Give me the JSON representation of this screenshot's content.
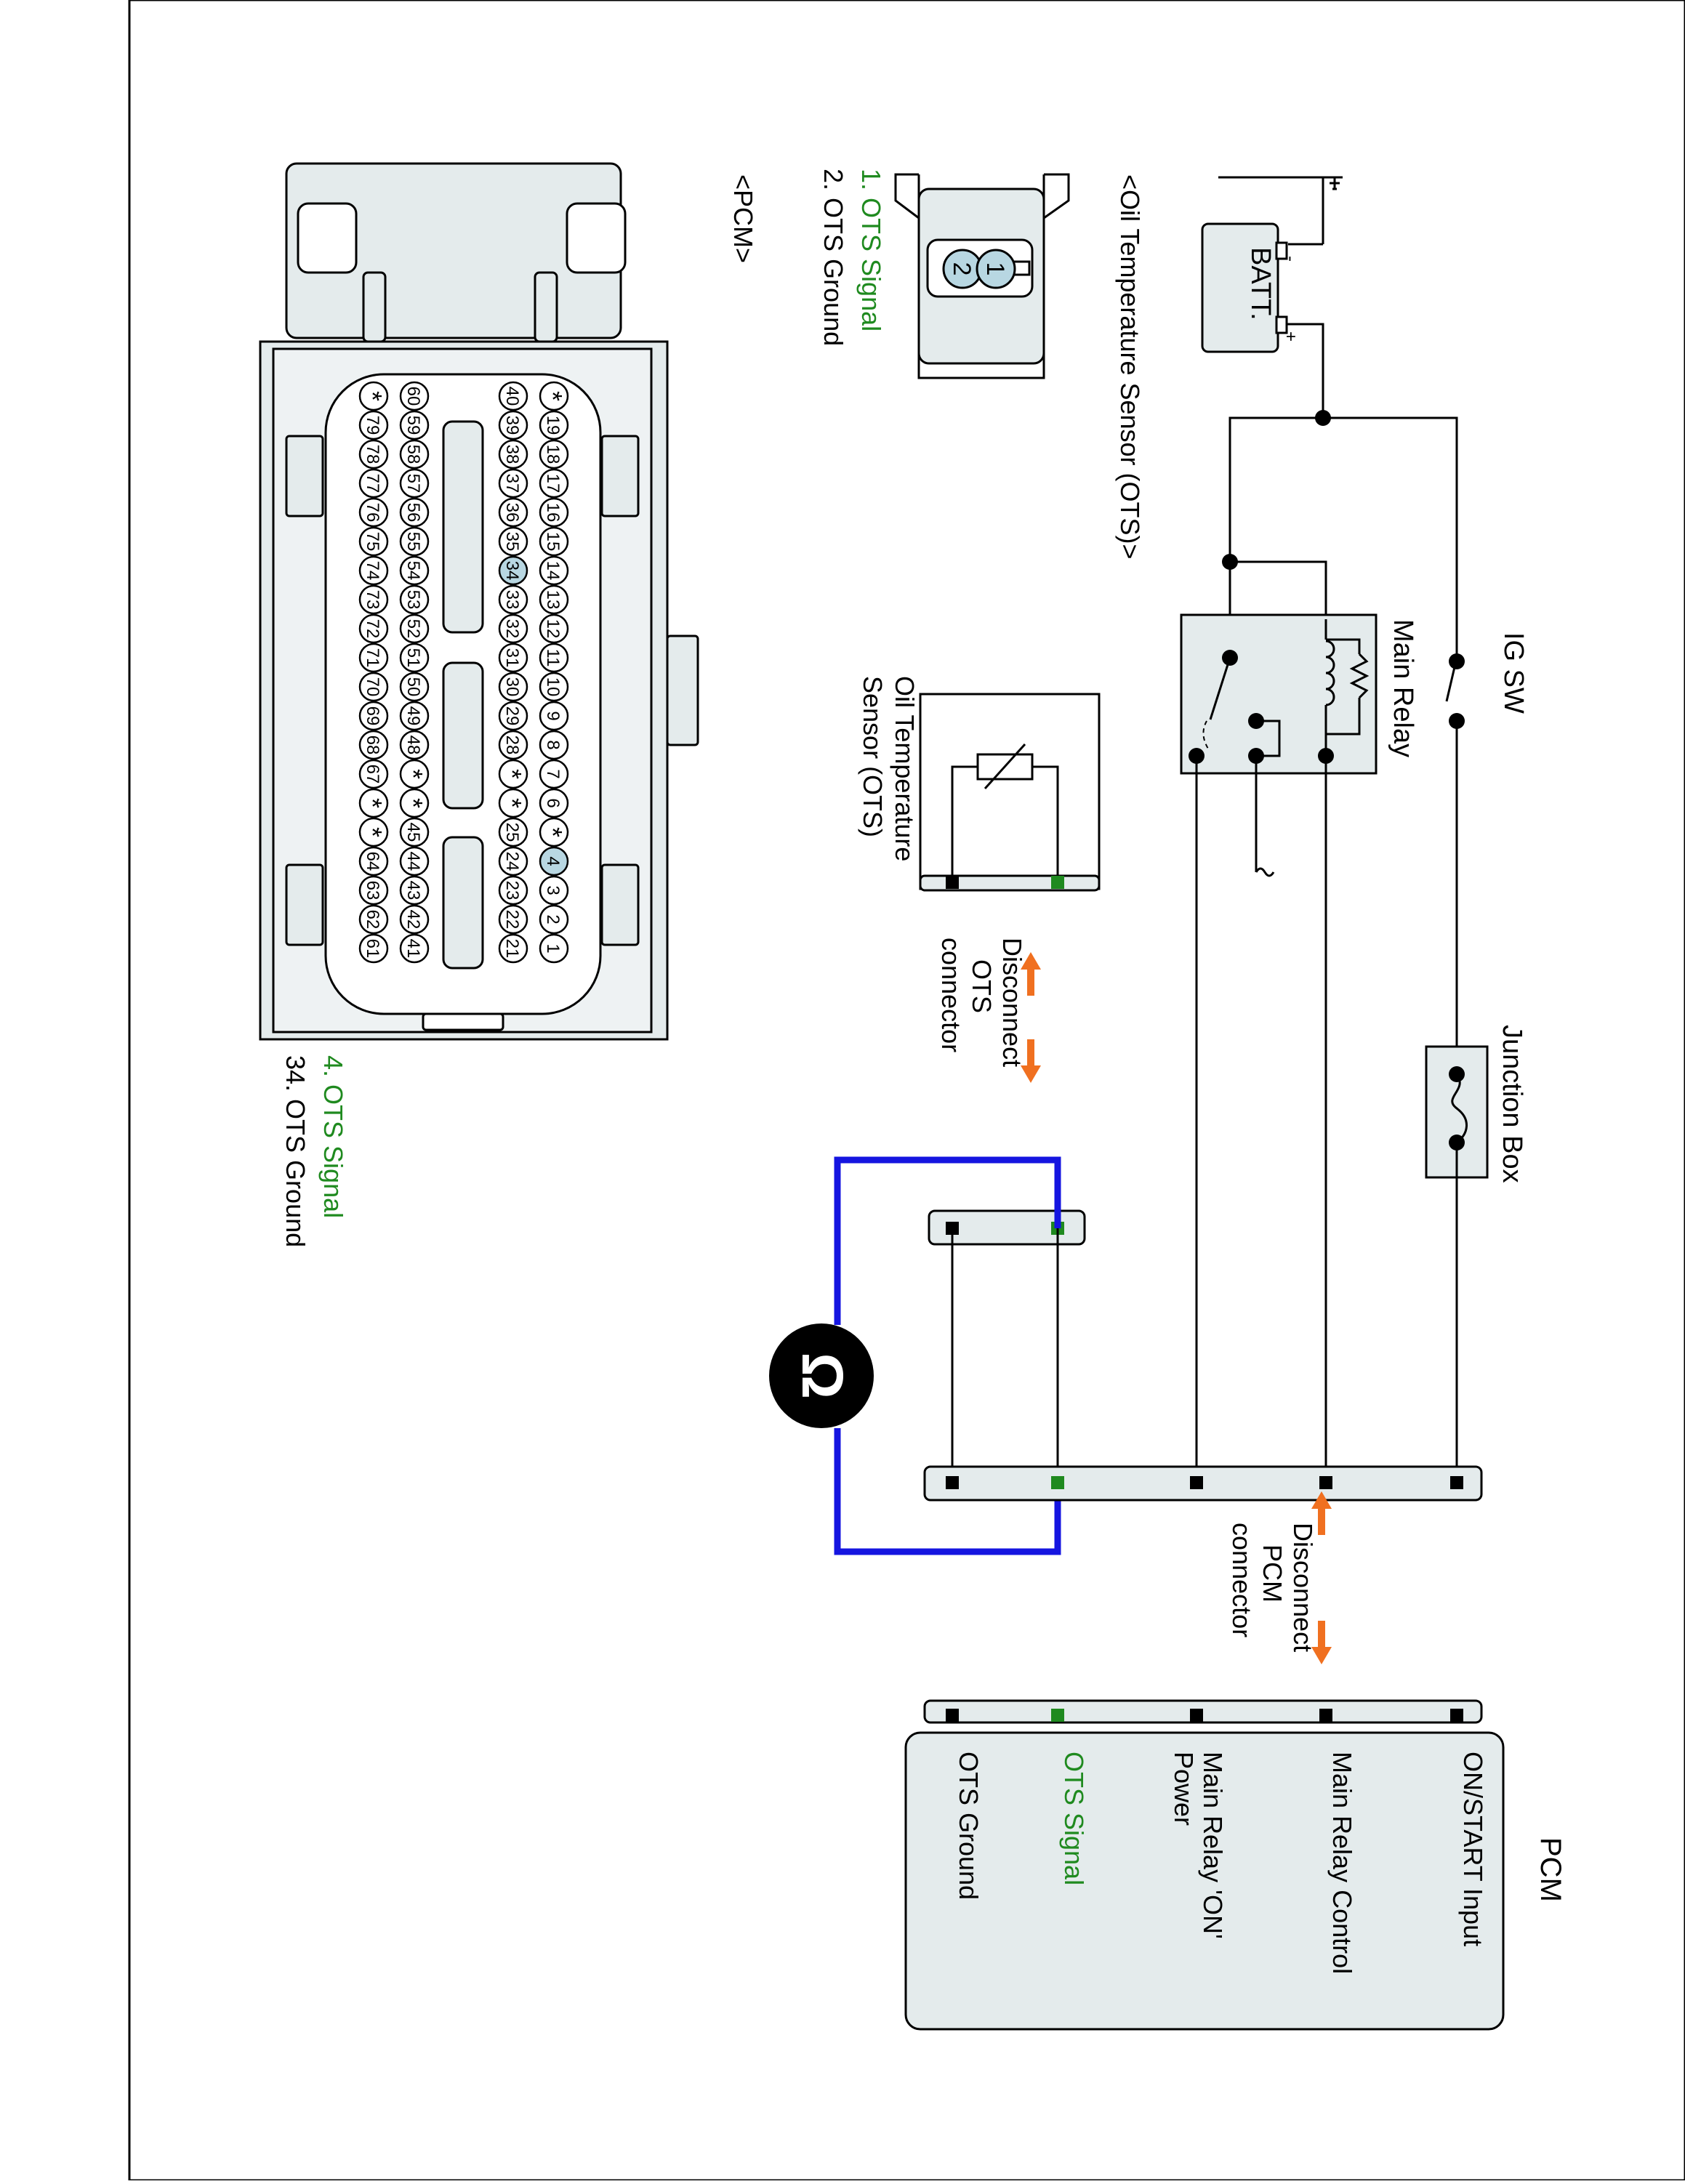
{
  "colors": {
    "green": "#1f8a1f",
    "orange": "#f07020",
    "blue": "#1515e0",
    "connector_fill": "#e4ebec",
    "pin_highlight": "#b8d7e2",
    "line": "#000000"
  },
  "circuit": {
    "ig_sw": "IG SW",
    "batt": "BATT.",
    "batt_plus": "+",
    "batt_minus": "-",
    "main_relay": "Main Relay",
    "junction_box": "Junction Box",
    "sensor_label": [
      "Oil Temperature",
      "Sensor (OTS)"
    ],
    "disconnect_ots": [
      "Disconnect",
      "OTS",
      "connector"
    ],
    "disconnect_pcm": [
      "Disconnect",
      "PCM",
      "connector"
    ],
    "meter_icon": "ohmmeter-icon",
    "ohm_symbol": "Ω"
  },
  "pcm_box": {
    "title": "PCM",
    "terminals": [
      {
        "label": "ON/START Input",
        "signal": false
      },
      {
        "label": "Main Relay Control",
        "signal": false
      },
      {
        "label": "Main Relay 'ON'",
        "label2": "Power",
        "signal": false
      },
      {
        "label": "OTS Signal",
        "signal": true
      },
      {
        "label": "OTS Ground",
        "signal": false
      }
    ]
  },
  "ots_connector": {
    "title": "<Oil Temperature Sensor (OTS)>",
    "pins": [
      "1",
      "2"
    ],
    "legend": [
      {
        "text": "1. OTS Signal",
        "signal": true
      },
      {
        "text": "2. OTS Ground",
        "signal": false
      }
    ]
  },
  "pcm_connector": {
    "title": "<PCM>",
    "rows": [
      [
        "*",
        "19",
        "18",
        "17",
        "16",
        "15",
        "14",
        "13",
        "12",
        "11",
        "10",
        "9",
        "8",
        "7",
        "6",
        "*",
        "4",
        "3",
        "2",
        "1"
      ],
      [
        "40",
        "39",
        "38",
        "37",
        "36",
        "35",
        "34",
        "33",
        "32",
        "31",
        "30",
        "29",
        "28",
        "*",
        "*",
        "25",
        "24",
        "23",
        "22",
        "21"
      ],
      [
        "60",
        "59",
        "58",
        "57",
        "56",
        "55",
        "54",
        "53",
        "52",
        "51",
        "50",
        "49",
        "48",
        "*",
        "*",
        "45",
        "44",
        "43",
        "42",
        "41"
      ],
      [
        "*",
        "79",
        "78",
        "77",
        "76",
        "75",
        "74",
        "73",
        "72",
        "71",
        "70",
        "69",
        "68",
        "67",
        "*",
        "*",
        "64",
        "63",
        "62",
        "61"
      ]
    ],
    "highlighted": [
      "4",
      "34"
    ],
    "legend": [
      {
        "text": "4. OTS Signal",
        "signal": true
      },
      {
        "text": "34. OTS Ground",
        "signal": false
      }
    ]
  }
}
